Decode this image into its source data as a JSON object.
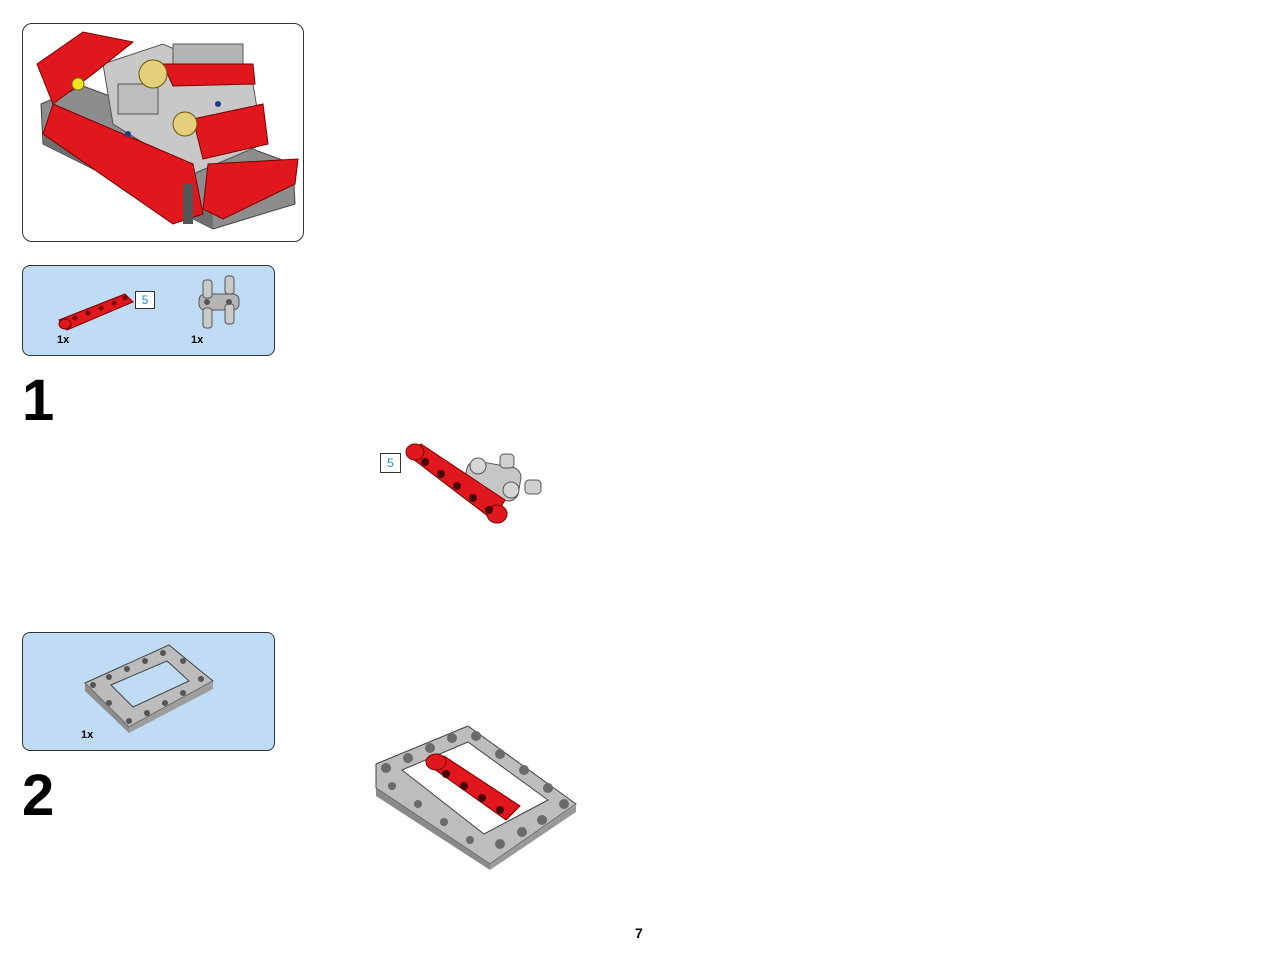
{
  "preview": {
    "icon": "assembled-model-preview"
  },
  "steps": [
    {
      "number": "1",
      "parts": [
        {
          "icon": "red-beam-5-part",
          "qty": "1x",
          "length": "5"
        },
        {
          "icon": "grey-cross-block-part",
          "qty": "1x"
        }
      ],
      "assembly": {
        "icon": "step1-assembly",
        "length": "5"
      }
    },
    {
      "number": "2",
      "parts": [
        {
          "icon": "grey-frame-part",
          "qty": "1x"
        }
      ],
      "assembly": {
        "icon": "step2-assembly"
      }
    }
  ],
  "page_number": "7",
  "colors": {
    "part_panel_bg": "#bfdcf4",
    "brick_red": "#e0171c",
    "brick_grey": "#a8a8a8",
    "length_tag": "#1b8fd0"
  }
}
